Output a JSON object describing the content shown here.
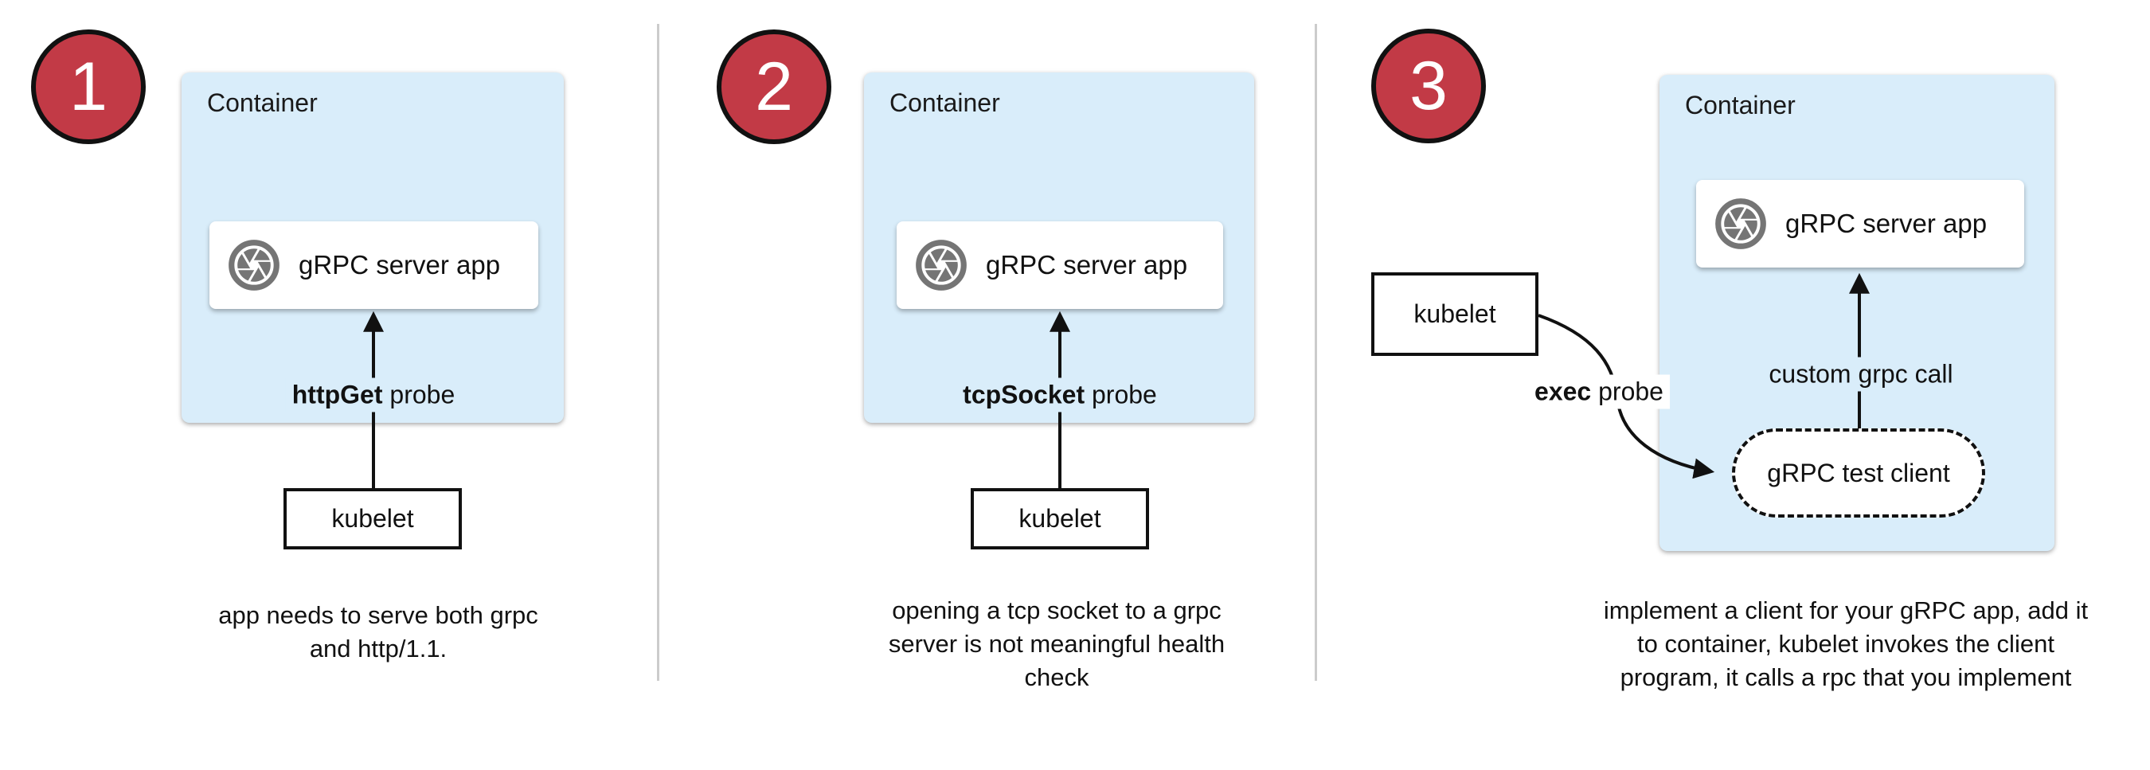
{
  "colors": {
    "container_fill": "#d9edfa",
    "badge_fill": "#c23a46",
    "badge_border": "#111111",
    "icon_gray": "#757575",
    "divider": "#cccccc",
    "arrow": "#111111",
    "box_white": "#ffffff"
  },
  "panels": [
    {
      "number": "1",
      "container_label": "Container",
      "app_label": "gRPC server app",
      "probe_bold": "httpGet",
      "probe_rest": " probe",
      "kubelet_label": "kubelet",
      "caption_lines": [
        "app needs to serve both grpc",
        "and http/1.1."
      ]
    },
    {
      "number": "2",
      "container_label": "Container",
      "app_label": "gRPC server app",
      "probe_bold": "tcpSocket",
      "probe_rest": " probe",
      "kubelet_label": "kubelet",
      "caption_lines": [
        "opening a tcp socket to a grpc",
        "server is not meaningful health",
        "check"
      ]
    },
    {
      "number": "3",
      "container_label": "Container",
      "app_label": "gRPC server app",
      "probe_bold": "exec",
      "probe_rest": " probe",
      "kubelet_label": "kubelet",
      "custom_call_label": "custom grpc call",
      "test_client_label": "gRPC test client",
      "caption_lines": [
        "implement a client for your gRPC app, add it",
        "to container, kubelet invokes the client",
        "program, it calls a rpc that you implement"
      ]
    }
  ]
}
